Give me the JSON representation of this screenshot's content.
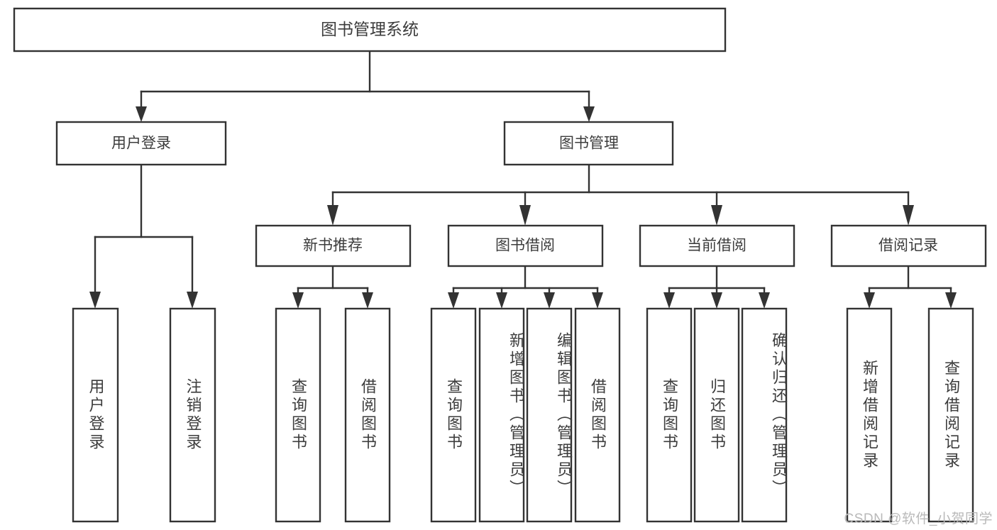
{
  "diagram": {
    "title": "图书管理系统",
    "root": {
      "id": "root",
      "label": "图书管理系统"
    },
    "level2": [
      {
        "id": "user-login",
        "label": "用户登录"
      },
      {
        "id": "book-management",
        "label": "图书管理"
      }
    ],
    "level3": [
      {
        "id": "new-book-recommend",
        "label": "新书推荐",
        "parent": "book-management"
      },
      {
        "id": "book-borrow",
        "label": "图书借阅",
        "parent": "book-management"
      },
      {
        "id": "current-borrow",
        "label": "当前借阅",
        "parent": "book-management"
      },
      {
        "id": "borrow-record",
        "label": "借阅记录",
        "parent": "book-management"
      }
    ],
    "leaves": [
      {
        "id": "leaf-user-login",
        "label": "用户登录",
        "parent": "user-login"
      },
      {
        "id": "leaf-logout",
        "label": "注销登录",
        "parent": "user-login"
      },
      {
        "id": "leaf-query-book-1",
        "label": "查询图书",
        "parent": "new-book-recommend"
      },
      {
        "id": "leaf-borrow-book-1",
        "label": "借阅图书",
        "parent": "new-book-recommend"
      },
      {
        "id": "leaf-query-book-2",
        "label": "查询图书",
        "parent": "book-borrow"
      },
      {
        "id": "leaf-add-book",
        "label": "新增图书（管理员）",
        "parent": "book-borrow"
      },
      {
        "id": "leaf-edit-book",
        "label": "编辑图书（管理员）",
        "parent": "book-borrow"
      },
      {
        "id": "leaf-borrow-book-2",
        "label": "借阅图书",
        "parent": "book-borrow"
      },
      {
        "id": "leaf-query-book-3",
        "label": "查询图书",
        "parent": "current-borrow"
      },
      {
        "id": "leaf-return-book",
        "label": "归还图书",
        "parent": "current-borrow"
      },
      {
        "id": "leaf-confirm-return",
        "label": "确认归还（管理员）",
        "parent": "current-borrow"
      },
      {
        "id": "leaf-add-record",
        "label": "新增借阅记录",
        "parent": "borrow-record"
      },
      {
        "id": "leaf-query-record",
        "label": "查询借阅记录",
        "parent": "borrow-record"
      }
    ],
    "colors": {
      "node_fill": "#ffffff",
      "node_stroke": "#333333",
      "edge": "#333333",
      "text": "#3c3c3c",
      "watermark": "#b9b9b9",
      "background": "#ffffff"
    }
  },
  "watermark": {
    "text": "CSDN @软件_小贺同学"
  }
}
